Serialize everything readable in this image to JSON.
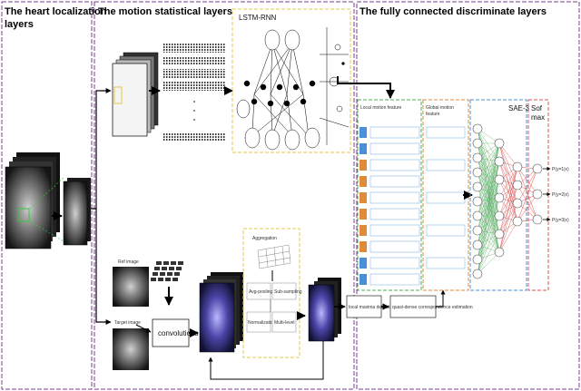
{
  "sections": {
    "heart_localization": {
      "title_line1": "The heart localization",
      "title_line2": "layers"
    },
    "motion_statistical": {
      "title": "The motion statistical layers"
    },
    "fully_connected": {
      "title": "The fully connected discriminate layers"
    }
  },
  "lstm": {
    "label": "LSTM-RNN"
  },
  "aggregation": {
    "label": "Aggregation"
  },
  "ref_image": {
    "label": "Ref image"
  },
  "target_image": {
    "label": "Target image"
  },
  "convolutions": {
    "label": "convolutions"
  },
  "agg_cells": [
    "Avg-pooling",
    "Sub-sampling",
    "Normalization",
    "Multi-level"
  ],
  "local_maxima": {
    "label": "local maxima detection"
  },
  "correspondence": {
    "label": "quasi-dense correspondence estimation"
  },
  "local_motion_feature": {
    "label": "Local motion feature"
  },
  "global_motion_feature": {
    "label_line1": "Global motion",
    "label_line2": "feature"
  },
  "sae": {
    "label": "SAE-3"
  },
  "softmax": {
    "label_line1": "Sof",
    "label_line2": "max"
  },
  "outputs": [
    "P(y=1|x)",
    "P(y=2|x)",
    "P(y=3|x)"
  ],
  "colors": {
    "purple_border": "#7a3c8c",
    "green_border": "#4caf50",
    "orange_border": "#e08a3c",
    "blue_border": "#4b8fd6",
    "red_border": "#d9534f",
    "yellow_border": "#e6c84a",
    "neuron_green": "#2e9b3a",
    "neuron_red": "#d42a2a"
  }
}
